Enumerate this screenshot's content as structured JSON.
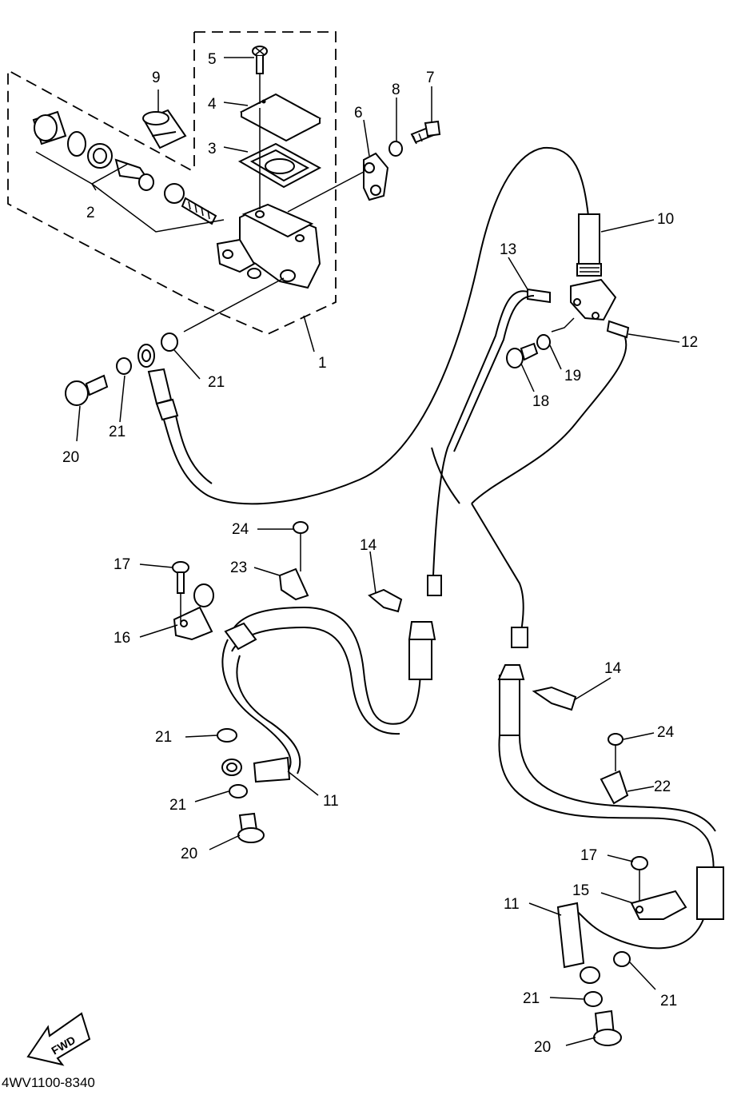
{
  "diagram": {
    "part_code": "4WV1100-8340",
    "fwd_label": "FWD",
    "callouts": {
      "c1": "1",
      "c2": "2",
      "c3": "3",
      "c4": "4",
      "c5": "5",
      "c6": "6",
      "c7": "7",
      "c8": "8",
      "c9": "9",
      "c10": "10",
      "c11a": "11",
      "c11b": "11",
      "c12": "12",
      "c13": "13",
      "c14a": "14",
      "c14b": "14",
      "c15": "15",
      "c16": "16",
      "c17a": "17",
      "c17b": "17",
      "c18": "18",
      "c19": "19",
      "c20a": "20",
      "c20b": "20",
      "c20c": "20",
      "c21a": "21",
      "c21b": "21",
      "c21c": "21",
      "c21d": "21",
      "c21e": "21",
      "c21f": "21",
      "c22": "22",
      "c23": "23",
      "c24a": "24",
      "c24b": "24"
    }
  }
}
